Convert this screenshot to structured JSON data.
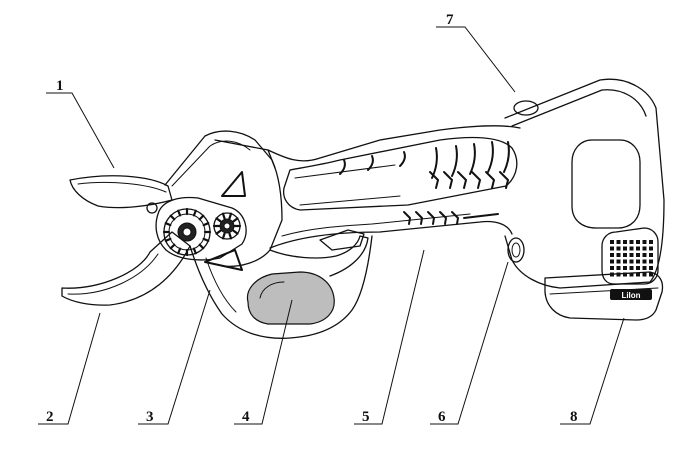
{
  "callouts": [
    {
      "id": "1",
      "label": "1"
    },
    {
      "id": "2",
      "label": "2"
    },
    {
      "id": "3",
      "label": "3"
    },
    {
      "id": "4",
      "label": "4"
    },
    {
      "id": "5",
      "label": "5"
    },
    {
      "id": "6",
      "label": "6"
    },
    {
      "id": "7",
      "label": "7"
    },
    {
      "id": "8",
      "label": "8"
    }
  ],
  "battery_logo_text": "LiIon"
}
